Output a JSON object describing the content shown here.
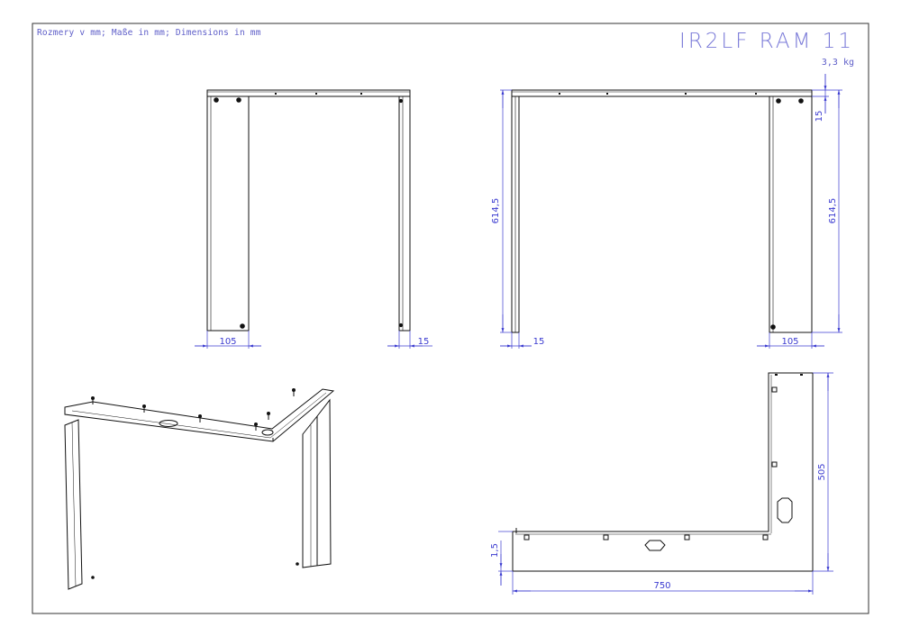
{
  "drawing": {
    "note": "Rozmery v mm; Maße in mm; Dimensions in mm",
    "title": "IR2LF RAM 11",
    "weight": "3,3 kg"
  },
  "colors": {
    "line": "#111111",
    "dimension": "#3b3bd0",
    "frame": "#333333"
  },
  "dimensions": {
    "front_left_width": "105",
    "front_right_width": "15",
    "side_left_height": "614,5",
    "side_left_width": "15",
    "side_right_top": "15",
    "side_right_height": "614,5",
    "side_right_width": "105",
    "top_depth": "505",
    "top_thickness": "1,5",
    "top_length": "750"
  }
}
